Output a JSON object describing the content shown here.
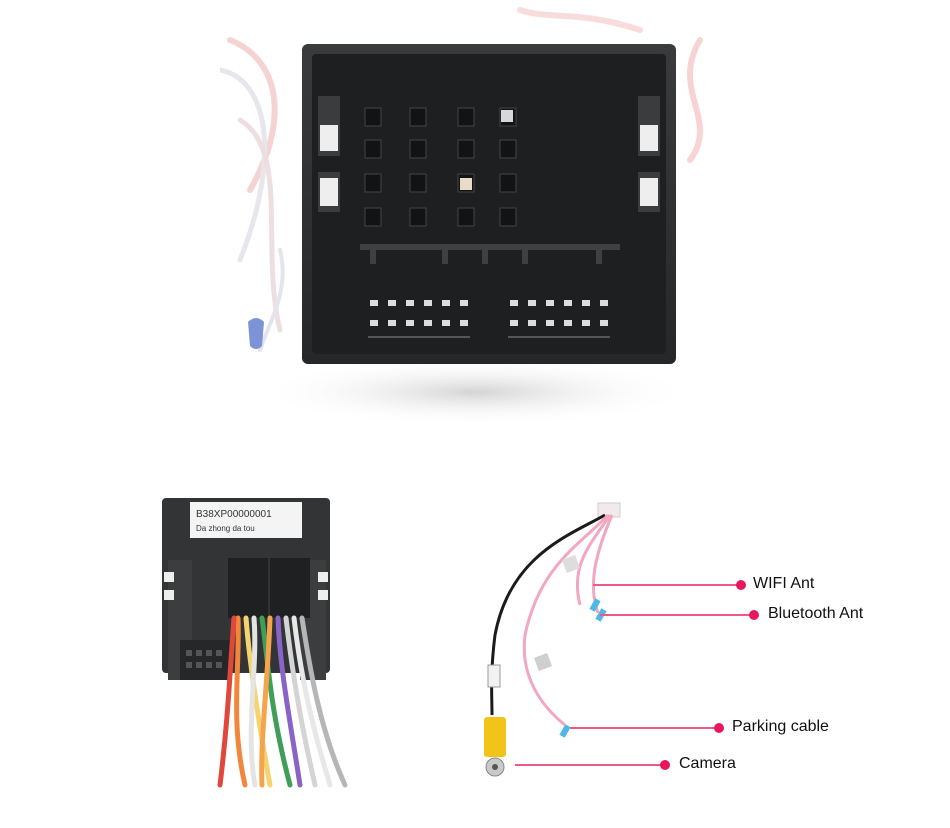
{
  "colors": {
    "accent_line": "#ee5a86",
    "accent_dot": "#e8175d",
    "connector_body": "#2e2f31",
    "label_text": "#111111"
  },
  "sticker": {
    "line1": "B38XP00000001",
    "line2": "Da zhong da tou"
  },
  "callouts": [
    {
      "label": "WIFI Ant"
    },
    {
      "label": "Bluetooth Ant"
    },
    {
      "label": "Parking cable"
    },
    {
      "label": "Camera"
    }
  ]
}
